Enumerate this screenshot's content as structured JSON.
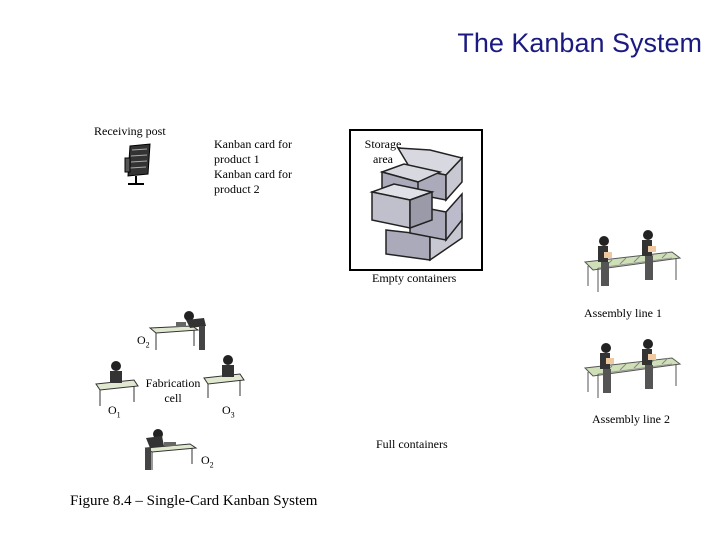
{
  "title": "The Kanban System",
  "labels": {
    "receiving_post": "Receiving post",
    "kanban_card_1": "Kanban card for product 1",
    "kanban_card_2": "Kanban card for product 2",
    "storage_area": "Storage area",
    "empty_containers": "Empty containers",
    "assembly_line_1": "Assembly line 1",
    "assembly_line_2": "Assembly line 2",
    "fabrication_cell": "Fabrication cell",
    "full_containers": "Full containers",
    "operator": "O",
    "op_sub_1": "1",
    "op_sub_2": "2",
    "op_sub_3": "3"
  },
  "caption": "Figure 8.4 – Single-Card Kanban System"
}
